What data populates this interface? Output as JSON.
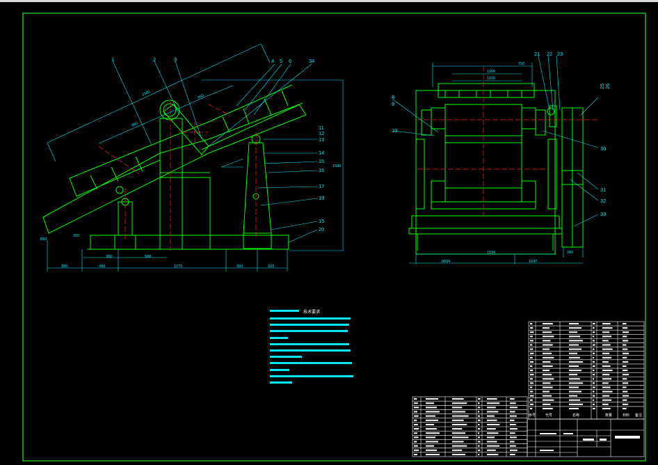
{
  "colors": {
    "background": "#000000",
    "frame": "#2ee62e",
    "structure": "#00ff00",
    "dimension": "#00e8ff",
    "centerline": "#ff2020",
    "table_line": "#ffffff",
    "text": "#00e8ff"
  },
  "left_view": {
    "part_labels": [
      "1",
      "2",
      "3",
      "4",
      "5",
      "6",
      "34",
      "11",
      "12",
      "13",
      "14",
      "15",
      "16",
      "17",
      "19",
      "15",
      "20"
    ],
    "dimensions": {
      "overall_length": "2380",
      "inner_length": "880",
      "segment": "860",
      "right_height": "1588",
      "left_height": "810",
      "foot_height": "350",
      "foot_a": "380",
      "foot_b": "588",
      "bottom_1": "390",
      "bottom_2": "490",
      "bottom_3": "1275",
      "bottom_4": "320",
      "bottom_5": "320"
    }
  },
  "right_view": {
    "part_labels": [
      "8",
      "9",
      "10",
      "21",
      "22",
      "23",
      "25",
      "26",
      "30",
      "31",
      "32",
      "33"
    ],
    "dimensions": {
      "top_outer": "756",
      "top_mid": "1100",
      "top_inner": "1000",
      "bottom_total": "1534",
      "bottom_left": "8834",
      "bottom_right": "1047",
      "bottom_small": "280"
    }
  },
  "tech_requirements": {
    "title": "技术要求"
  },
  "title_block": {
    "col_headers": [
      "序号",
      "代号",
      "名称",
      "数量",
      "材料",
      "备注"
    ]
  }
}
